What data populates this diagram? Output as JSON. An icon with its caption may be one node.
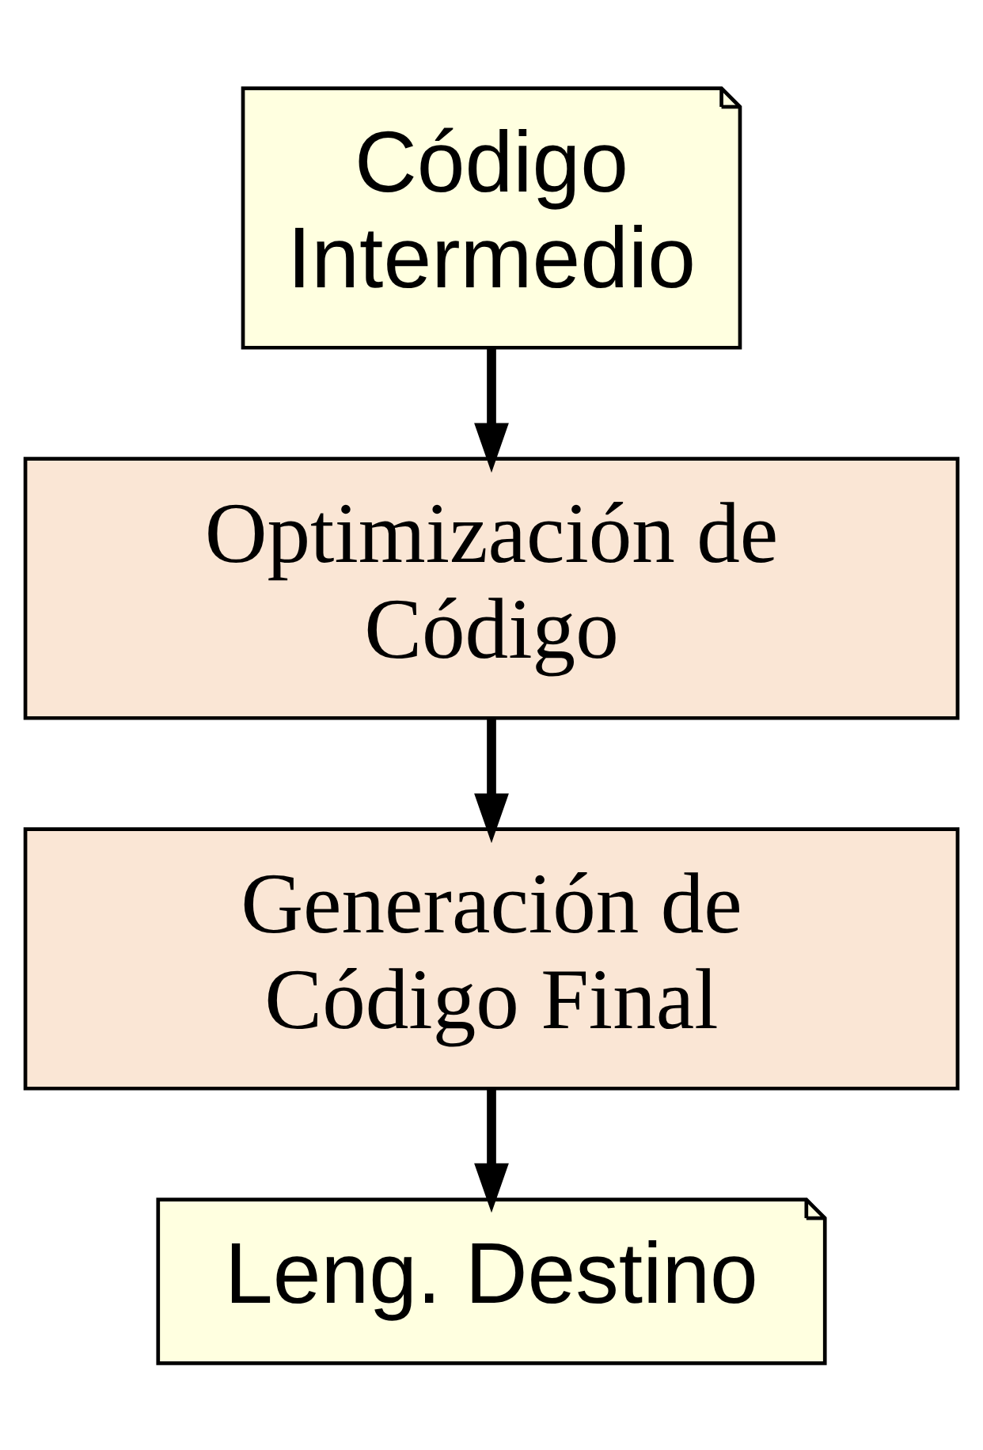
{
  "diagram": {
    "nodes": [
      {
        "text": [
          "Código Intermedio"
        ]
      },
      {
        "text": [
          "Optimización de Código"
        ]
      },
      {
        "text": [
          "Generación de Código Final"
        ]
      },
      {
        "text": [
          "Leng. Destino"
        ]
      }
    ],
    "edges": [
      {
        "from": 0,
        "to": 1,
        "arrow": "to"
      },
      {
        "from": 1,
        "to": 2,
        "arrow": "to"
      },
      {
        "from": 2,
        "to": 3,
        "arrow": "to"
      }
    ]
  }
}
